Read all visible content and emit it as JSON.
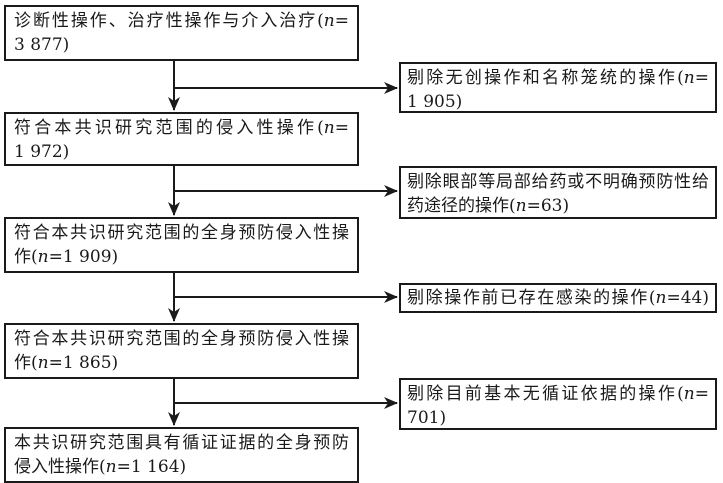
{
  "colors": {
    "background": "#ffffff",
    "box_border": "#1a1a1a",
    "connector_line": "#1a1a1a",
    "text": "#1a1a1a"
  },
  "flowchart": {
    "main_boxes": [
      {
        "n_value": "3 877",
        "lines": [
          [
            "诊断性操作、治疗性操作与介入治疗(",
            "n",
            "="
          ],
          [
            "3 877)",
            "",
            ""
          ]
        ]
      },
      {
        "n_value": "1 972",
        "lines": [
          [
            "符合本共识研究范围的侵入性操作(",
            "n",
            "="
          ],
          [
            "1 972)",
            "",
            ""
          ]
        ]
      },
      {
        "n_value": "1 909",
        "lines": [
          [
            "符合本共识研究范围的全身预防侵入性操",
            "",
            ""
          ],
          [
            "作(",
            "n",
            "=1 909)"
          ]
        ]
      },
      {
        "n_value": "1 865",
        "lines": [
          [
            "符合本共识研究范围的全身预防侵入性操",
            "",
            ""
          ],
          [
            "作(",
            "n",
            "=1 865)"
          ]
        ]
      },
      {
        "n_value": "1 164",
        "lines": [
          [
            "本共识研究范围具有循证证据的全身预防",
            "",
            ""
          ],
          [
            "侵入性操作(",
            "n",
            "=1 164)"
          ]
        ]
      }
    ],
    "exclusion_boxes": [
      {
        "n_value": "1 905",
        "lines": [
          [
            "剔除无创操作和名称笼统的操作(",
            "n",
            "="
          ],
          [
            "1 905)",
            "",
            ""
          ]
        ]
      },
      {
        "n_value": "63",
        "lines": [
          [
            "剔除眼部等局部给药或不明确预防性给",
            "",
            ""
          ],
          [
            "药途径的操作(",
            "n",
            "=63)"
          ]
        ]
      },
      {
        "n_value": "44",
        "lines": [
          [
            "剔除操作前已存在感染的操作(",
            "n",
            "=44)"
          ]
        ]
      },
      {
        "n_value": "701",
        "lines": [
          [
            "剔除目前基本无循证依据的操作(",
            "n",
            "="
          ],
          [
            "701)",
            "",
            ""
          ]
        ]
      }
    ]
  }
}
